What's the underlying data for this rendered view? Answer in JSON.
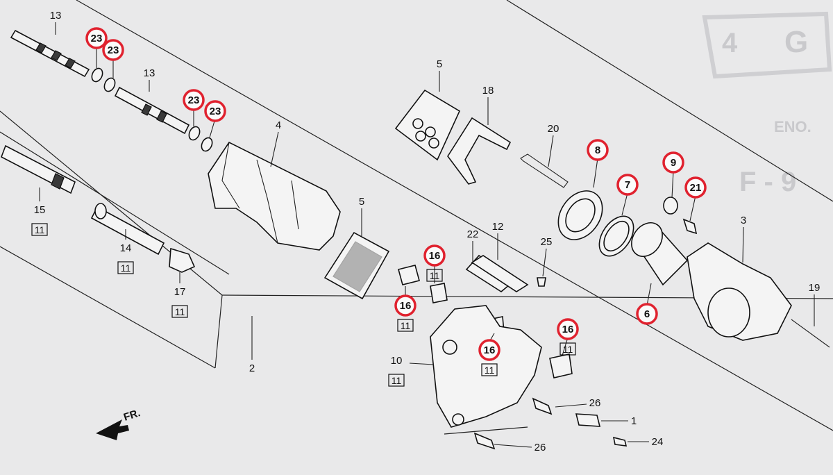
{
  "background_marks": {
    "box_letter_1": "G",
    "box_letter_2": "4",
    "side_text_1": "ENO.",
    "side_text_2": "F - 9"
  },
  "front_indicator": "FR.",
  "highlight_color": "#e0222f",
  "callouts": [
    {
      "id": "c13a",
      "text": "13",
      "circled": false,
      "boxed": ""
    },
    {
      "id": "c23a",
      "text": "23",
      "circled": true,
      "boxed": ""
    },
    {
      "id": "c23b",
      "text": "23",
      "circled": true,
      "boxed": ""
    },
    {
      "id": "c13b",
      "text": "13",
      "circled": false,
      "boxed": ""
    },
    {
      "id": "c23c",
      "text": "23",
      "circled": true,
      "boxed": ""
    },
    {
      "id": "c23d",
      "text": "23",
      "circled": true,
      "boxed": ""
    },
    {
      "id": "c4",
      "text": "4",
      "circled": false,
      "boxed": ""
    },
    {
      "id": "c15",
      "text": "15",
      "circled": false,
      "boxed": "11"
    },
    {
      "id": "c14",
      "text": "14",
      "circled": false,
      "boxed": "11"
    },
    {
      "id": "c17",
      "text": "17",
      "circled": false,
      "boxed": "11"
    },
    {
      "id": "c2",
      "text": "2",
      "circled": false,
      "boxed": ""
    },
    {
      "id": "c5a",
      "text": "5",
      "circled": false,
      "boxed": ""
    },
    {
      "id": "c18",
      "text": "18",
      "circled": false,
      "boxed": ""
    },
    {
      "id": "c20",
      "text": "20",
      "circled": false,
      "boxed": ""
    },
    {
      "id": "c5b",
      "text": "5",
      "circled": false,
      "boxed": ""
    },
    {
      "id": "c8",
      "text": "8",
      "circled": true,
      "boxed": ""
    },
    {
      "id": "c9",
      "text": "9",
      "circled": true,
      "boxed": ""
    },
    {
      "id": "c7",
      "text": "7",
      "circled": true,
      "boxed": ""
    },
    {
      "id": "c21",
      "text": "21",
      "circled": true,
      "boxed": ""
    },
    {
      "id": "c3",
      "text": "3",
      "circled": false,
      "boxed": ""
    },
    {
      "id": "c16a",
      "text": "16",
      "circled": true,
      "boxed": "11"
    },
    {
      "id": "c22",
      "text": "22",
      "circled": false,
      "boxed": ""
    },
    {
      "id": "c12",
      "text": "12",
      "circled": false,
      "boxed": ""
    },
    {
      "id": "c25",
      "text": "25",
      "circled": false,
      "boxed": ""
    },
    {
      "id": "c16b",
      "text": "16",
      "circled": true,
      "boxed": "11"
    },
    {
      "id": "c6",
      "text": "6",
      "circled": true,
      "boxed": ""
    },
    {
      "id": "c19",
      "text": "19",
      "circled": false,
      "boxed": ""
    },
    {
      "id": "c16c",
      "text": "16",
      "circled": true,
      "boxed": "11"
    },
    {
      "id": "c16d",
      "text": "16",
      "circled": true,
      "boxed": "11"
    },
    {
      "id": "c10",
      "text": "10",
      "circled": false,
      "boxed": "11"
    },
    {
      "id": "c26a",
      "text": "26",
      "circled": false,
      "boxed": ""
    },
    {
      "id": "c1",
      "text": "1",
      "circled": false,
      "boxed": ""
    },
    {
      "id": "c26b",
      "text": "26",
      "circled": false,
      "boxed": ""
    },
    {
      "id": "c24",
      "text": "24",
      "circled": false,
      "boxed": ""
    }
  ]
}
